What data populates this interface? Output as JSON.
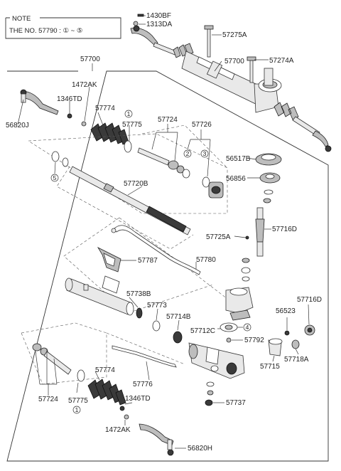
{
  "note": {
    "title": "NOTE",
    "text": "THE NO. 57790 : ① ~ ⑤"
  },
  "labels": {
    "l1430BF": "1430BF",
    "l1313DA": "1313DA",
    "l57275A": "57275A",
    "l57700_top": "57700",
    "l57274A": "57274A",
    "l57700_main": "57700",
    "l1472AK_top": "1472AK",
    "l1346TD_top": "1346TD",
    "l57774_top": "57774",
    "l57724_top": "57724",
    "l57775_top": "57775",
    "l57726": "57726",
    "l56820J": "56820J",
    "l56517B": "56517B",
    "l56856": "56856",
    "l57720B": "57720B",
    "l57725A": "57725A",
    "l57716D_1": "57716D",
    "l57787": "57787",
    "l57780": "57780",
    "l57738B": "57738B",
    "l57773": "57773",
    "l57714B": "57714B",
    "l57716D_2": "57716D",
    "l56523": "56523",
    "l57712C": "57712C",
    "l57792": "57792",
    "l57718A": "57718A",
    "l57715": "57715",
    "l57774_bot": "57774",
    "l57776": "57776",
    "l57724_bot": "57724",
    "l57775_bot": "57775",
    "l1346TD_bot": "1346TD",
    "l57737": "57737",
    "l1472AK_bot": "1472AK",
    "l56820H": "56820H"
  },
  "callouts": {
    "c1_top": "1",
    "c2": "2",
    "c3": "3",
    "c4": "4",
    "c5": "5",
    "c1_bot": "1"
  },
  "icons": [
    "steering-gear-box-icon",
    "tie-rod-end-icon",
    "bellows-icon",
    "rack-bar-icon",
    "pinion-icon",
    "mounting-bushing-icon"
  ]
}
